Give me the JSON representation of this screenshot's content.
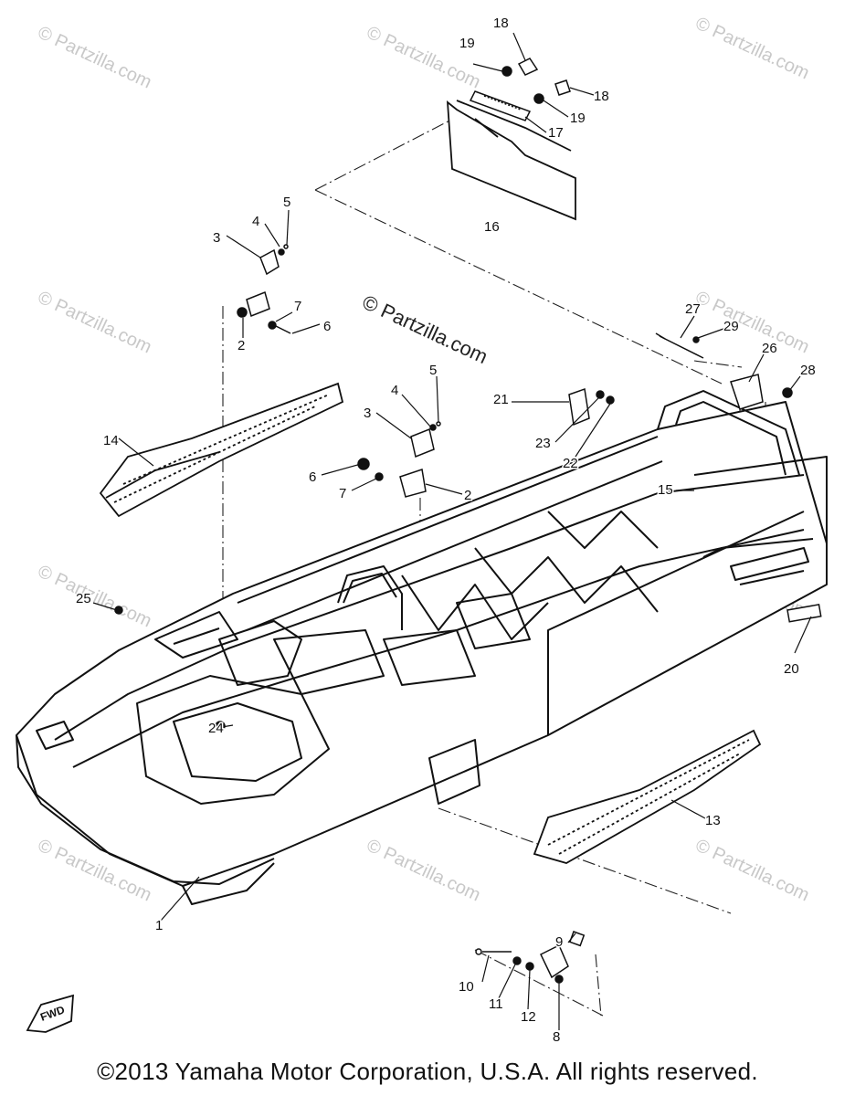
{
  "watermark": "© Partzilla.com",
  "center_watermark": "© Partzilla.com",
  "corner_badge_text": "FWD",
  "copyright": "©2013 Yamaha Motor Corporation, U.S.A. All rights reserved.",
  "colors": {
    "line": "#111111",
    "watermark": "#c8c8c8"
  },
  "callouts": {
    "c1": "1",
    "c2a": "2",
    "c2b": "2",
    "c3a": "3",
    "c3b": "3",
    "c4a": "4",
    "c4b": "4",
    "c5a": "5",
    "c5b": "5",
    "c6a": "6",
    "c6b": "6",
    "c7a": "7",
    "c7b": "7",
    "c8": "8",
    "c9": "9",
    "c10": "10",
    "c11": "11",
    "c12": "12",
    "c13": "13",
    "c14": "14",
    "c15": "15",
    "c16": "16",
    "c17": "17",
    "c18a": "18",
    "c18b": "18",
    "c19a": "19",
    "c19b": "19",
    "c20": "20",
    "c21": "21",
    "c22": "22",
    "c23": "23",
    "c24": "24",
    "c25": "25",
    "c26": "26",
    "c27": "27",
    "c28": "28",
    "c29": "29"
  }
}
